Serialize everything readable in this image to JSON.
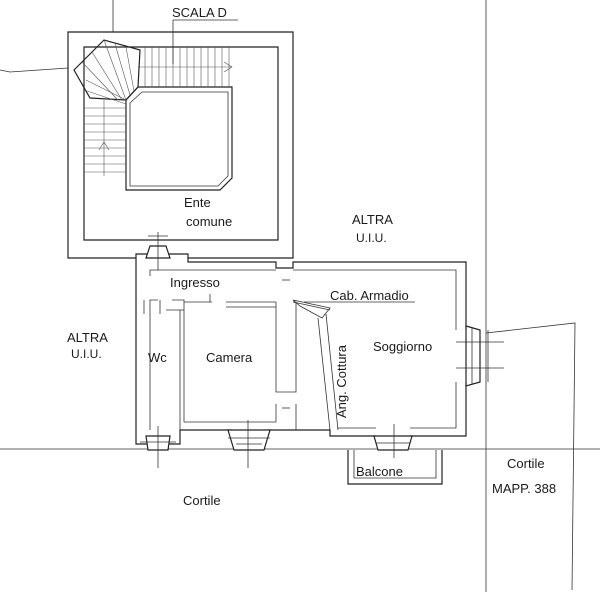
{
  "labels": {
    "stair": "SCALA D",
    "common_1": "Ente",
    "common_2": "comune",
    "other_top_1": "ALTRA",
    "other_top_2": "U.I.U.",
    "other_left_1": "ALTRA",
    "other_left_2": "U.I.U.",
    "entrance": "Ingresso",
    "closet": "Cab. Armadio",
    "wc": "Wc",
    "bedroom": "Camera",
    "kitchen": "Ang. Cottura",
    "living": "Soggiorno",
    "balcony": "Balcone",
    "courtyard": "Cortile",
    "courtyard_right": "Cortile",
    "parcel": "MAPP. 388"
  }
}
